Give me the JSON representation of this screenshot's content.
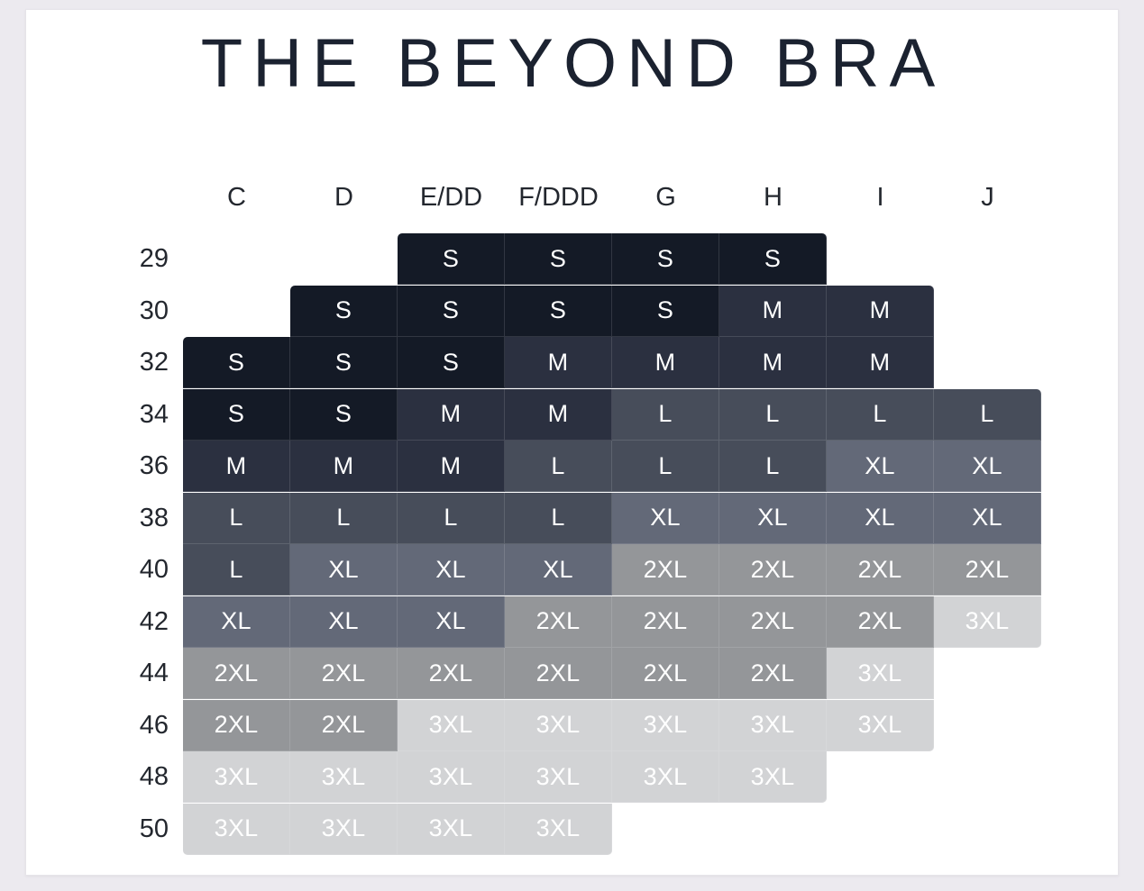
{
  "title": "THE BEYOND BRA",
  "colors": {
    "page_background": "#eceaef",
    "card_background": "#ffffff",
    "title_text": "#1b2230",
    "header_text": "#23272e",
    "cell_text": "#ffffff",
    "size_S": "#141a26",
    "size_M": "#2b3040",
    "size_L": "#474d5a",
    "size_XL": "#636978",
    "size_2XL": "#949699",
    "size_3XL": "#d2d3d5"
  },
  "chart_data": {
    "type": "heatmap",
    "title": "THE BEYOND BRA",
    "xlabel": "",
    "ylabel": "",
    "legend": [
      "S",
      "M",
      "L",
      "XL",
      "2XL",
      "3XL"
    ],
    "columns": [
      "C",
      "D",
      "E/DD",
      "F/DDD",
      "G",
      "H",
      "I",
      "J"
    ],
    "rows": [
      "29",
      "30",
      "32",
      "34",
      "36",
      "38",
      "40",
      "42",
      "44",
      "46",
      "48",
      "50"
    ],
    "values": [
      [
        "",
        "",
        "S",
        "S",
        "S",
        "S",
        "",
        ""
      ],
      [
        "",
        "S",
        "S",
        "S",
        "S",
        "M",
        "M",
        ""
      ],
      [
        "S",
        "S",
        "S",
        "M",
        "M",
        "M",
        "M",
        ""
      ],
      [
        "S",
        "S",
        "M",
        "M",
        "L",
        "L",
        "L",
        "L"
      ],
      [
        "M",
        "M",
        "M",
        "L",
        "L",
        "L",
        "XL",
        "XL"
      ],
      [
        "L",
        "L",
        "L",
        "L",
        "XL",
        "XL",
        "XL",
        "XL"
      ],
      [
        "L",
        "XL",
        "XL",
        "XL",
        "2XL",
        "2XL",
        "2XL",
        "2XL"
      ],
      [
        "XL",
        "XL",
        "XL",
        "2XL",
        "2XL",
        "2XL",
        "2XL",
        "3XL"
      ],
      [
        "2XL",
        "2XL",
        "2XL",
        "2XL",
        "2XL",
        "2XL",
        "3XL",
        ""
      ],
      [
        "2XL",
        "2XL",
        "3XL",
        "3XL",
        "3XL",
        "3XL",
        "3XL",
        ""
      ],
      [
        "3XL",
        "3XL",
        "3XL",
        "3XL",
        "3XL",
        "3XL",
        "",
        ""
      ],
      [
        "3XL",
        "3XL",
        "3XL",
        "3XL",
        "",
        "",
        "",
        ""
      ]
    ]
  }
}
